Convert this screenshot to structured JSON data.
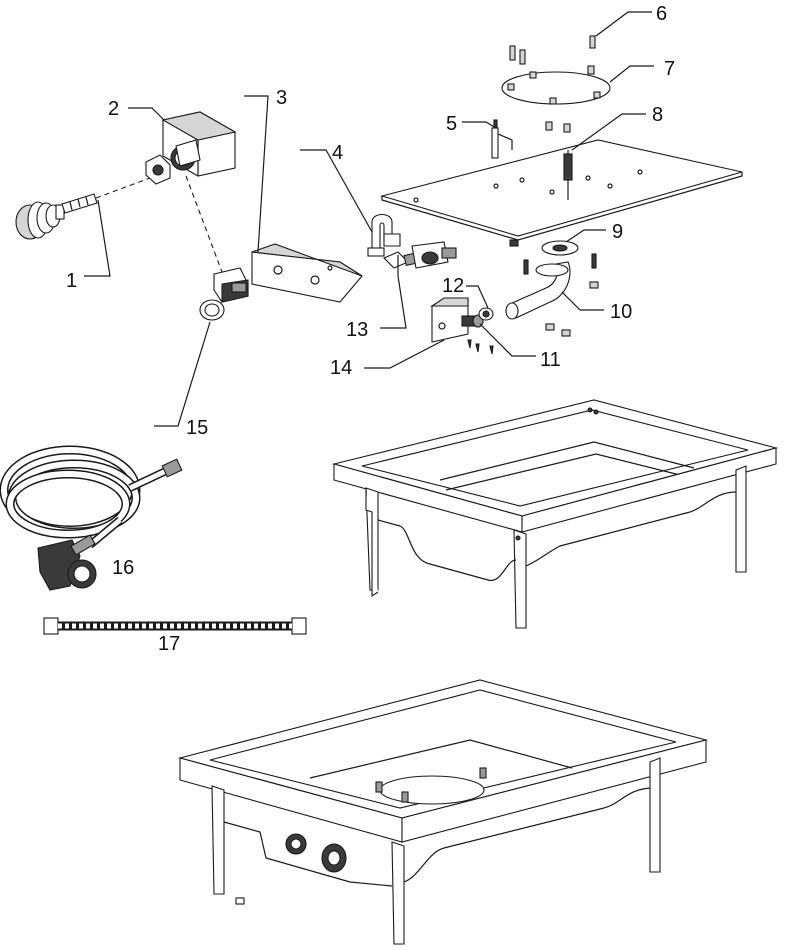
{
  "callouts": [
    {
      "id": "callout-1",
      "text": "1"
    },
    {
      "id": "callout-2",
      "text": "2"
    },
    {
      "id": "callout-3",
      "text": "3"
    },
    {
      "id": "callout-4",
      "text": "4"
    },
    {
      "id": "callout-5",
      "text": "5"
    },
    {
      "id": "callout-6",
      "text": "6"
    },
    {
      "id": "callout-7",
      "text": "7"
    },
    {
      "id": "callout-8",
      "text": "8"
    },
    {
      "id": "callout-9",
      "text": "9"
    },
    {
      "id": "callout-10",
      "text": "10"
    },
    {
      "id": "callout-11",
      "text": "11"
    },
    {
      "id": "callout-12",
      "text": "12"
    },
    {
      "id": "callout-13",
      "text": "13"
    },
    {
      "id": "callout-14",
      "text": "14"
    },
    {
      "id": "callout-15",
      "text": "15"
    },
    {
      "id": "callout-16",
      "text": "16"
    },
    {
      "id": "callout-17",
      "text": "17"
    }
  ]
}
